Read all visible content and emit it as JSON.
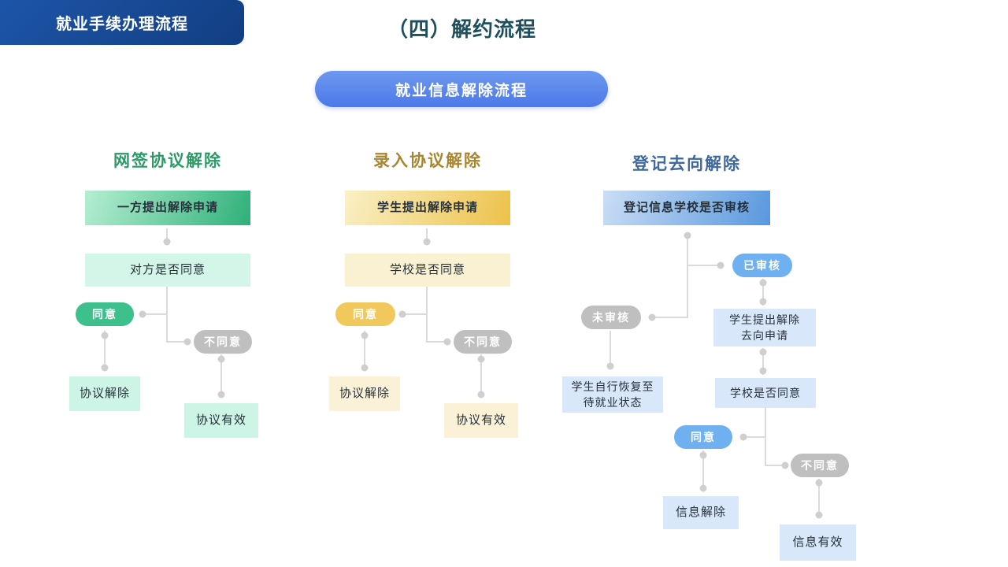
{
  "header": {
    "ribbon": "就业手续办理流程",
    "title": "（四）解约流程"
  },
  "banner": {
    "label": "就业信息解除流程"
  },
  "flow": {
    "col1": {
      "title": "网签协议解除",
      "start": "一方提出解除申请",
      "question": "对方是否同意",
      "agree": "同意",
      "disagree": "不同意",
      "agree_result": "协议解除",
      "disagree_result": "协议有效"
    },
    "col2": {
      "title": "录入协议解除",
      "start": "学生提出解除申请",
      "question": "学校是否同意",
      "agree": "同意",
      "disagree": "不同意",
      "agree_result": "协议解除",
      "disagree_result": "协议有效"
    },
    "col3": {
      "title": "登记去向解除",
      "start": "登记信息学校是否审核",
      "reviewed": "已审核",
      "not_reviewed": "未审核",
      "request": "学生提出解除\n去向申请",
      "auto_restore": "学生自行恢复至\n待就业状态",
      "question": "学校是否同意",
      "agree": "同意",
      "disagree": "不同意",
      "agree_result": "信息解除",
      "disagree_result": "信息有效"
    }
  },
  "colors": {
    "ribbon_blue": "#123e82",
    "title_teal": "#1d4f5e",
    "banner_blue": "#4b79e8",
    "green": "#2fb078",
    "gold": "#ecc14a",
    "blue": "#6fb0f1",
    "gray_pill": "#bfbfbf",
    "connector_gray": "#dadada"
  }
}
